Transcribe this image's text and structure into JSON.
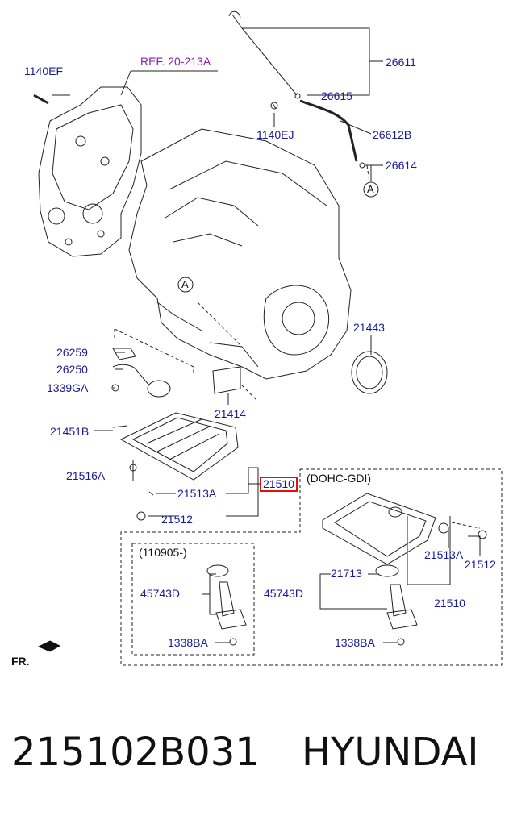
{
  "labels": {
    "ref": "REF. 20-213A",
    "l1140EF": "1140EF",
    "l26611": "26611",
    "l26615": "26615",
    "l1140EJ": "1140EJ",
    "l26612B": "26612B",
    "l26614": "26614",
    "l21443": "21443",
    "l26259": "26259",
    "l26250": "26250",
    "l1339GA": "1339GA",
    "l21414": "21414",
    "l21451B": "21451B",
    "l21516A": "21516A",
    "l21513A": "21513A",
    "l21510": "21510",
    "l21512": "21512",
    "dohc": "(DOHC-GDI)",
    "date": "(110905-)",
    "l45743D_a": "45743D",
    "l1338BA_a": "1338BA",
    "l21713": "21713",
    "l45743D_b": "45743D",
    "l1338BA_b": "1338BA",
    "l21513A_b": "21513A",
    "l21512_b": "21512",
    "l21510_b": "21510",
    "markerA": "A",
    "fr": "FR."
  },
  "footer": {
    "part_number": "215102B031",
    "brand": "HYUNDAI"
  },
  "colors": {
    "label": "#1a1a9a",
    "ref": "#8b1fa9",
    "highlight": "#e01010",
    "line": "#222222"
  }
}
